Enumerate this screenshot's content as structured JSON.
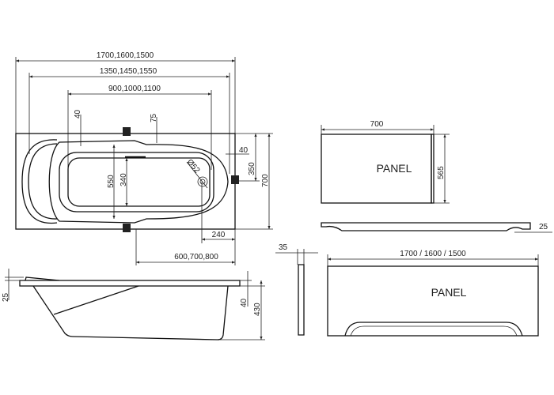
{
  "top_view": {
    "overall_length": "1700,1600,1500",
    "inner_length": "1350,1450,1550",
    "basin_length": "900,1000,1100",
    "rim_left": "40",
    "rim_top": "75",
    "rim_right": "40",
    "overflow_height": "350",
    "width": "700",
    "outer_basin_width": "550",
    "inner_basin_width": "340",
    "drain_offset": "240",
    "drain_position": "600,700,800",
    "drain_diameter": "Ø52"
  },
  "side_view": {
    "headrest_height": "25",
    "rim_thickness": "40",
    "depth": "430"
  },
  "end_panel": {
    "width": "700",
    "height": "565",
    "label": "PANEL",
    "profile_depth": "25"
  },
  "front_panel": {
    "thickness": "35",
    "length": "1700 / 1600 / 1500",
    "label": "PANEL"
  }
}
